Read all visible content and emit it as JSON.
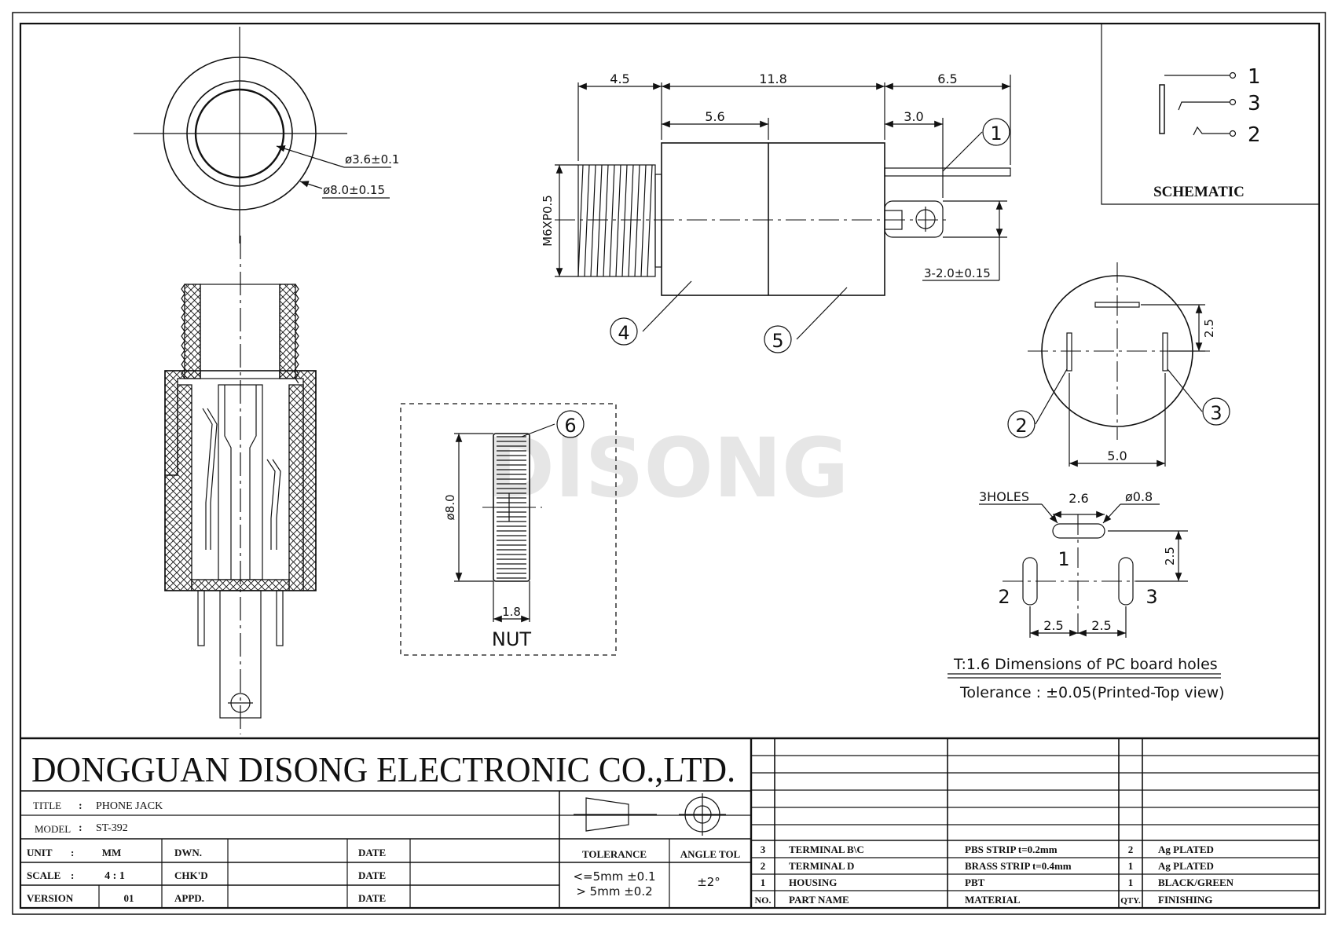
{
  "company": "DONGGUAN DISONG ELECTRONIC CO.,LTD.",
  "watermark": "DISONG",
  "title_block": {
    "title_label": "TITLE",
    "title_sep": ":",
    "title_value": "PHONE JACK",
    "model_label": "MODEL",
    "model_sep": ":",
    "model_value": "ST-392",
    "unit_label": "UNIT",
    "unit_sep": ":",
    "unit_value": "MM",
    "scale_label": "SCALE",
    "scale_sep": ":",
    "scale_value": "4 : 1",
    "version_label": "VERSION",
    "version_value": "01",
    "dwn_label": "DWN.",
    "chkd_label": "CHK'D",
    "appd_label": "APPD.",
    "date_label": "DATE",
    "tolerance_label": "TOLERANCE",
    "tolerance_line1": "<=5mm ±0.1",
    "tolerance_line2": "> 5mm ±0.2",
    "angle_tol_label": "ANGLE TOL",
    "angle_tol_value": "±2°"
  },
  "bom": {
    "headers": {
      "no": "NO.",
      "part": "PART NAME",
      "material": "MATERIAL",
      "qty": "QTY.",
      "finishing": "FINISHING"
    },
    "rows": [
      {
        "no": "3",
        "part": "TERMINAL B\\C",
        "material": "PBS STRIP t=0.2mm",
        "qty": "2",
        "finishing": "Ag PLATED"
      },
      {
        "no": "2",
        "part": "TERMINAL D",
        "material": "BRASS STRIP t=0.4mm",
        "qty": "1",
        "finishing": "Ag PLATED"
      },
      {
        "no": "1",
        "part": "HOUSING",
        "material": "PBT",
        "qty": "1",
        "finishing": "BLACK/GREEN"
      }
    ]
  },
  "schematic": {
    "label": "SCHEMATIC",
    "pins": [
      "1",
      "3",
      "2"
    ]
  },
  "dimensions": {
    "d_inner": "ø3.6±0.1",
    "d_outer": "ø8.0±0.15",
    "len_a": "4.5",
    "len_b": "11.8",
    "len_c": "6.5",
    "len_d": "5.6",
    "len_e": "3.0",
    "thread": "M6XP0.5",
    "terminal_w": "3-2.0±0.15",
    "pin_pitch_v": "2.5",
    "pin_pitch_h": "5.0",
    "nut_d": "ø8.0",
    "nut_t": "1.8",
    "nut_label": "NUT",
    "holes_label": "3HOLES",
    "hole_len": "2.6",
    "hole_d": "ø0.8",
    "hole_v": "2.5",
    "hole_h1": "2.5",
    "hole_h2": "2.5",
    "pcb_note1": "T:1.6 Dimensions of PC board holes",
    "pcb_note2": "Tolerance : ±0.05(Printed-Top view)",
    "pcb_pins": [
      "1",
      "2",
      "3"
    ]
  },
  "callouts": [
    "1",
    "2",
    "3",
    "4",
    "5",
    "6"
  ]
}
